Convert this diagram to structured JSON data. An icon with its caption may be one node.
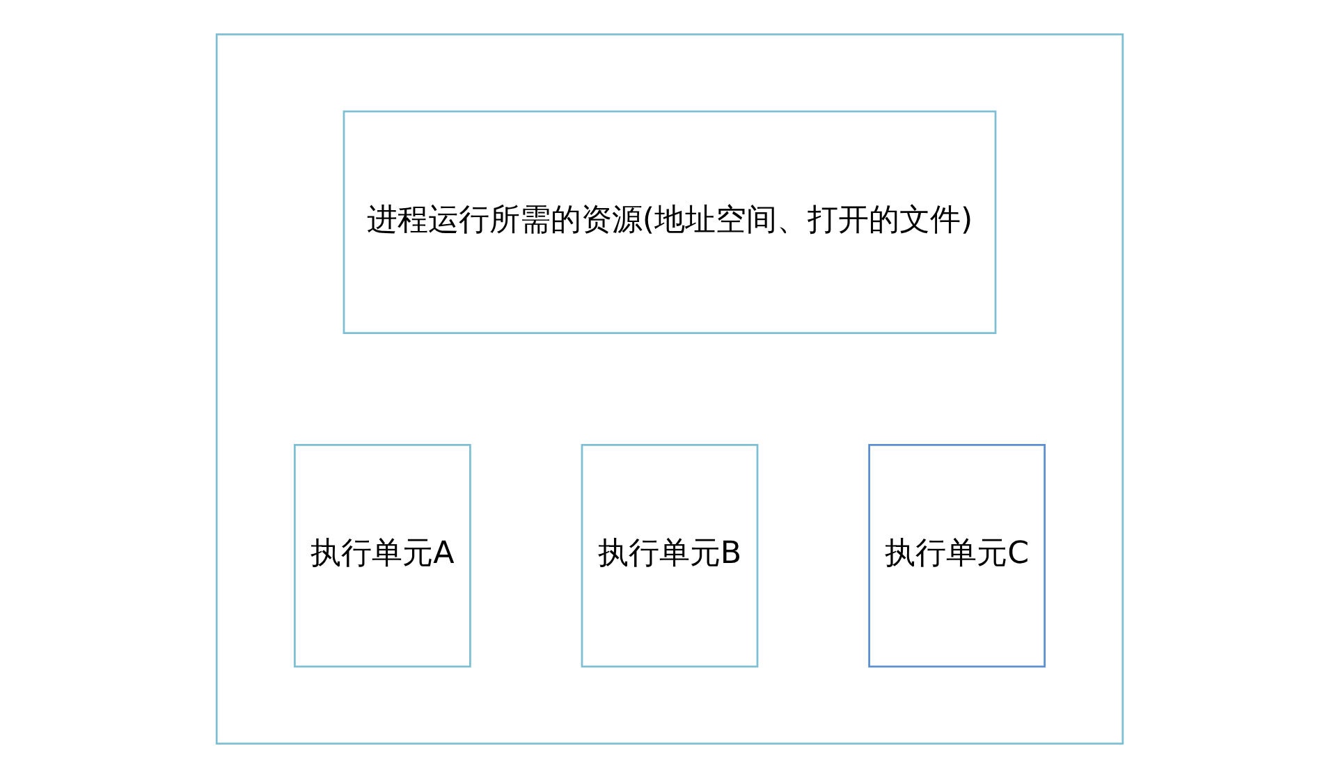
{
  "diagram": {
    "nodes": [
      {
        "text": [],
        "shape": "box"
      },
      {
        "text": [
          "进程运行所需的资源(地址空间、打开的文件)"
        ],
        "in": 0
      },
      {
        "text": [
          "执行单元A"
        ],
        "in": 0
      },
      {
        "text": [
          "执行单元B"
        ],
        "in": 0
      },
      {
        "text": [
          "执行单元C"
        ],
        "in": 0
      }
    ],
    "edges": []
  }
}
